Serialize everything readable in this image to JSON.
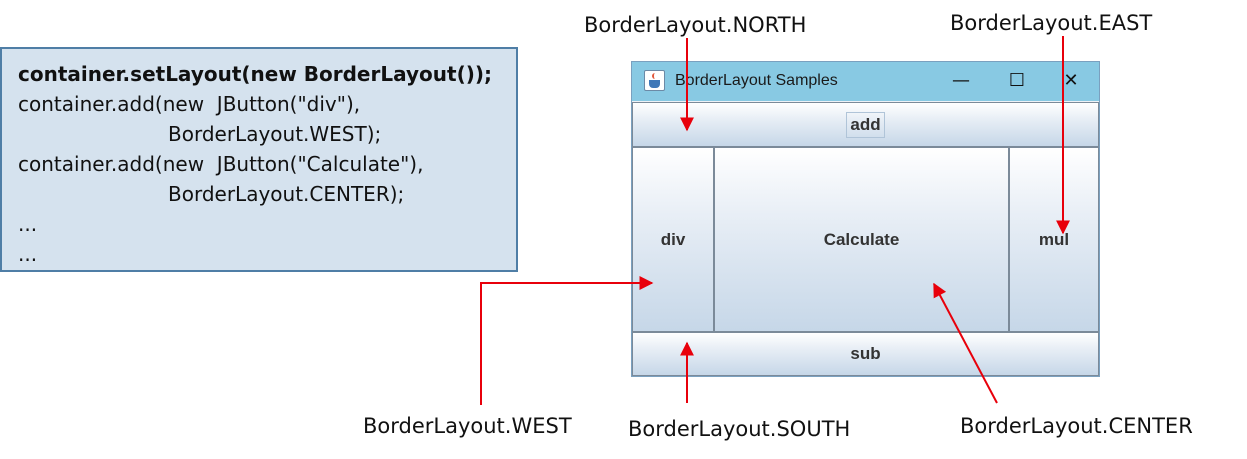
{
  "code": {
    "line1": "container.setLayout(new BorderLayout());",
    "line2": "container.add(new  JButton(\"div\"),",
    "line3": "BorderLayout.WEST);",
    "line4": "container.add(new  JButton(\"Calculate\"),",
    "line5": "BorderLayout.CENTER);",
    "line6": "...",
    "line7": "..."
  },
  "window": {
    "title": "BorderLayout Samples",
    "minimize": "—",
    "maximize": "☐",
    "close": "✕"
  },
  "buttons": {
    "north": "add",
    "west": "div",
    "center": "Calculate",
    "east": "mul",
    "south": "sub"
  },
  "labels": {
    "north": "BorderLayout.NORTH",
    "east": "BorderLayout.EAST",
    "west": "BorderLayout.WEST",
    "south": "BorderLayout.SOUTH",
    "center": "BorderLayout.CENTER"
  },
  "colors": {
    "arrow": "#e8000b",
    "titlebar": "#88c9e3",
    "code_box_fill": "#d5e2ee",
    "code_box_border": "#4f7ea6"
  }
}
